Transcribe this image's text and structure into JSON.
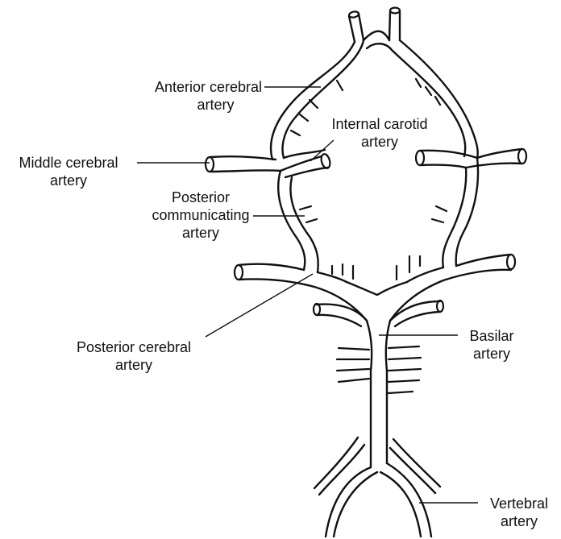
{
  "labels": {
    "anterior_cerebral": [
      "Anterior cerebral",
      "artery"
    ],
    "internal_carotid": [
      "Internal carotid",
      "artery"
    ],
    "middle_cerebral": [
      "Middle cerebral",
      "artery"
    ],
    "posterior_communicating": [
      "Posterior",
      "communicating",
      "artery"
    ],
    "posterior_cerebral": [
      "Posterior cerebral",
      "artery"
    ],
    "basilar": [
      "Basilar",
      "artery"
    ],
    "vertebral": [
      "Vertebral",
      "artery"
    ]
  },
  "colors": {
    "ink": "#111111",
    "background": "#ffffff"
  }
}
